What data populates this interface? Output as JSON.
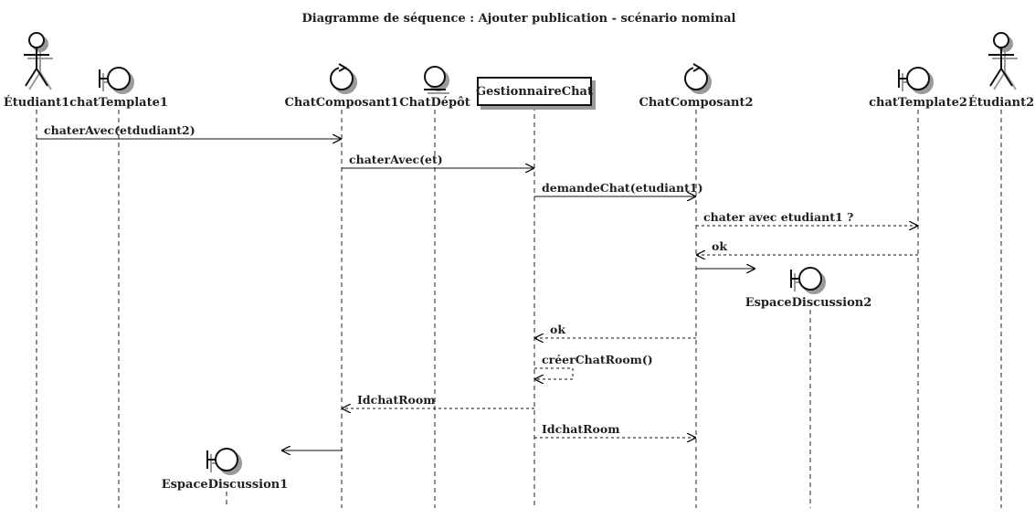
{
  "title": "Diagramme de séquence : Ajouter publication - scénario nominal",
  "participants": [
    {
      "id": "etudiant1",
      "label": "Étudiant1",
      "kind": "actor"
    },
    {
      "id": "chatTemplate1",
      "label": "chatTemplate1",
      "kind": "boundary"
    },
    {
      "id": "chatComposant1",
      "label": "ChatComposant1",
      "kind": "control"
    },
    {
      "id": "chatDepot",
      "label": "ChatDépôt",
      "kind": "entity"
    },
    {
      "id": "gestionnaireChat",
      "label": "GestionnaireChat",
      "kind": "participant"
    },
    {
      "id": "chatComposant2",
      "label": "ChatComposant2",
      "kind": "control"
    },
    {
      "id": "chatTemplate2",
      "label": "chatTemplate2",
      "kind": "boundary"
    },
    {
      "id": "etudiant2",
      "label": "Étudiant2",
      "kind": "actor"
    }
  ],
  "created": [
    {
      "id": "espaceDiscussion2",
      "label": "EspaceDiscussion2",
      "kind": "boundary"
    },
    {
      "id": "espaceDiscussion1",
      "label": "EspaceDiscussion1",
      "kind": "boundary"
    }
  ],
  "messages": [
    {
      "from": "etudiant1",
      "to": "chatComposant1",
      "label": "chaterAvec(etdudiant2)",
      "style": "sync"
    },
    {
      "from": "chatComposant1",
      "to": "gestionnaireChat",
      "label": "chaterAvec(et)",
      "style": "sync"
    },
    {
      "from": "gestionnaireChat",
      "to": "chatComposant2",
      "label": "demandeChat(etudiant1)",
      "style": "sync"
    },
    {
      "from": "chatComposant2",
      "to": "chatTemplate2",
      "label": "chater avec etudiant1 ?",
      "style": "reply"
    },
    {
      "from": "chatTemplate2",
      "to": "chatComposant2",
      "label": "ok",
      "style": "reply"
    },
    {
      "from": "chatComposant2",
      "to": "espaceDiscussion2",
      "label": "",
      "style": "create"
    },
    {
      "from": "chatComposant2",
      "to": "gestionnaireChat",
      "label": "ok",
      "style": "reply"
    },
    {
      "from": "gestionnaireChat",
      "to": "gestionnaireChat",
      "label": "créerChatRoom()",
      "style": "self"
    },
    {
      "from": "gestionnaireChat",
      "to": "chatComposant1",
      "label": "IdchatRoom",
      "style": "reply"
    },
    {
      "from": "gestionnaireChat",
      "to": "chatComposant2",
      "label": "IdchatRoom",
      "style": "reply"
    },
    {
      "from": "chatComposant1",
      "to": "espaceDiscussion1",
      "label": "",
      "style": "create"
    }
  ]
}
